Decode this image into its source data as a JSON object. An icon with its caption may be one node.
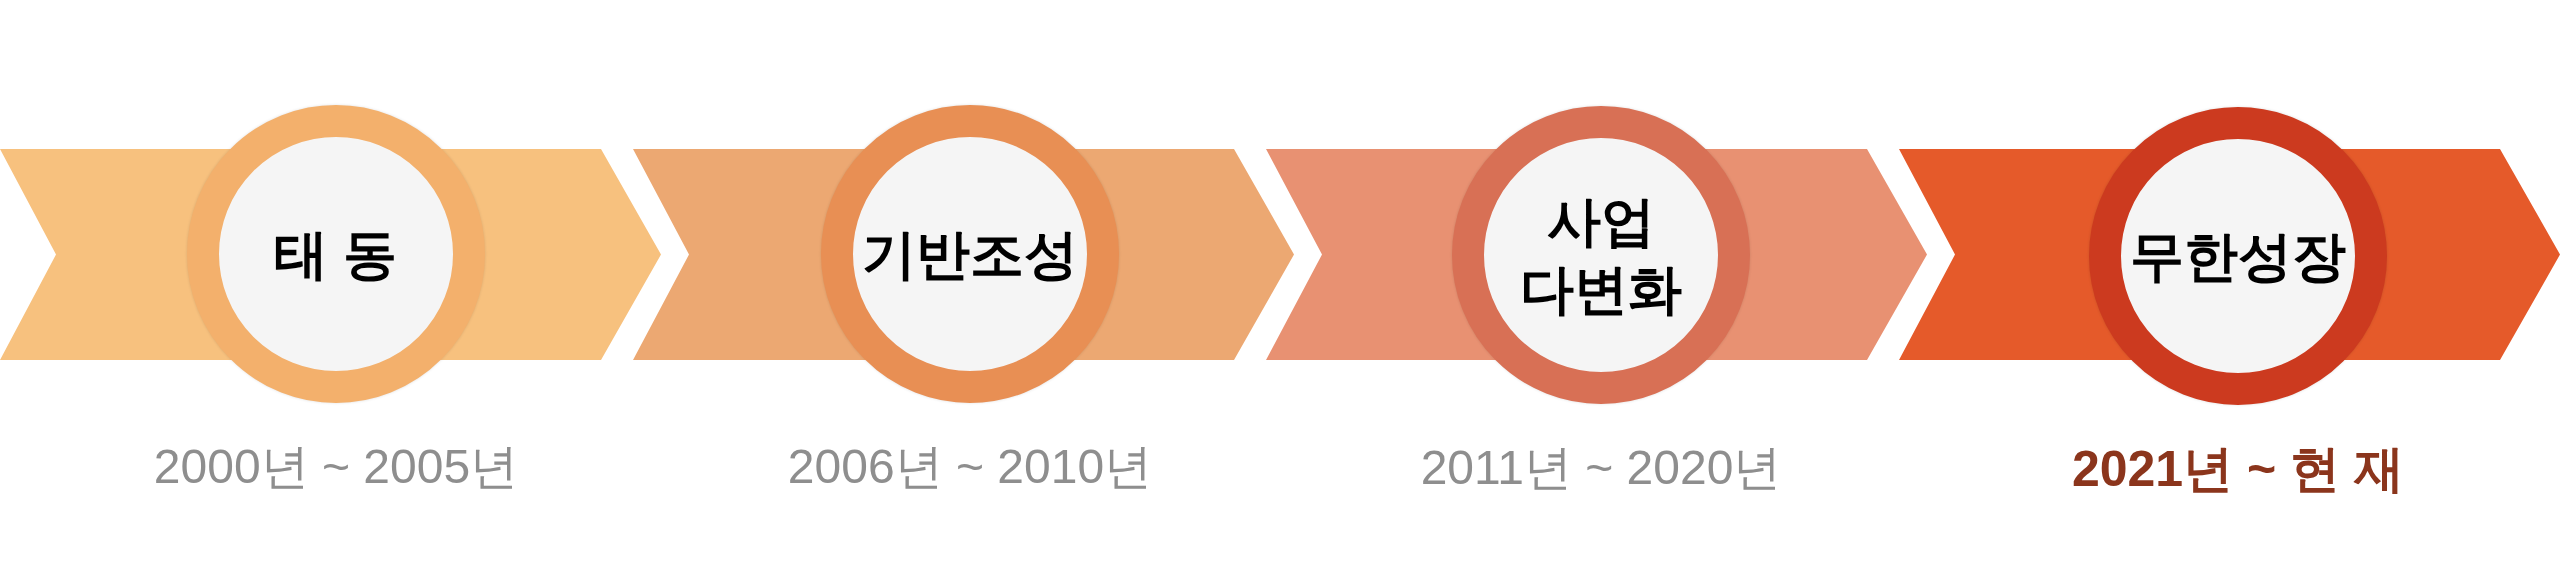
{
  "diagram": {
    "nodes": [
      {
        "text": [],
        "shape": "chevron"
      },
      {
        "text": [
          "태 동"
        ],
        "beside": [
          "2000년 ~ 2005년"
        ]
      },
      {
        "text": [],
        "shape": "chevron"
      },
      {
        "text": [
          "기반조성"
        ],
        "beside": [
          "2006년 ~ 2010년"
        ]
      },
      {
        "text": [],
        "shape": "chevron"
      },
      {
        "text": [
          "사업 다변화"
        ],
        "beside": [
          "2011년 ~ 2020년"
        ]
      },
      {
        "text": [],
        "shape": "chevron"
      },
      {
        "text": [
          "무한성장"
        ],
        "beside": [
          "2021년 ~ 현 재"
        ]
      }
    ]
  }
}
